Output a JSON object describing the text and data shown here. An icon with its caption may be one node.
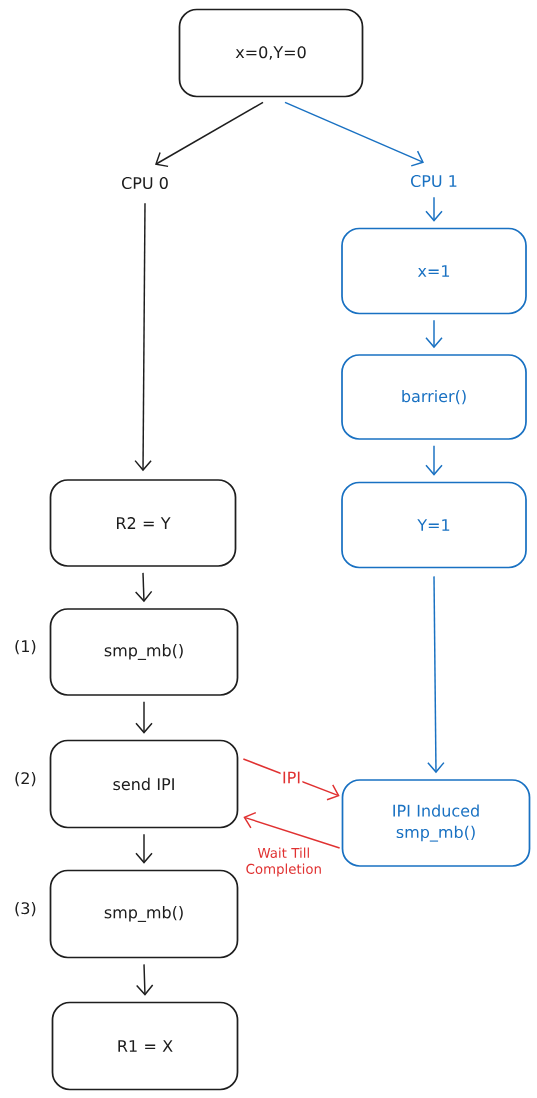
{
  "diagram": {
    "nodes": [
      {
        "text": [
          "x=0,Y=0"
        ]
      },
      {
        "text": [
          "CPU 0"
        ]
      },
      {
        "text": [
          "CPU 1"
        ]
      },
      {
        "text": [
          "x=1"
        ]
      },
      {
        "text": [
          "barrier()"
        ]
      },
      {
        "text": [
          "Y=1"
        ]
      },
      {
        "text": [
          "R2 = Y"
        ]
      },
      {
        "text": [
          "smp_mb()"
        ],
        "beside": [
          "(1)"
        ]
      },
      {
        "text": [
          "send IPI"
        ],
        "beside": [
          "(2)"
        ]
      },
      {
        "text": [
          "IPI Induced smp_mb()"
        ]
      },
      {
        "text": [
          "smp_mb()"
        ],
        "beside": [
          "(3)"
        ]
      },
      {
        "text": [
          "R1 = X"
        ]
      }
    ],
    "edges": [
      {
        "from": 0,
        "to": 1,
        "arrow": "to"
      },
      {
        "from": 0,
        "to": 2,
        "arrow": "to",
        "color": "#1971c2"
      },
      {
        "from": 1,
        "to": 6,
        "arrow": "to"
      },
      {
        "from": 2,
        "to": 3,
        "arrow": "to",
        "color": "#1971c2"
      },
      {
        "from": 3,
        "to": 4,
        "arrow": "to",
        "color": "#1971c2"
      },
      {
        "from": 4,
        "to": 5,
        "arrow": "to",
        "color": "#1971c2"
      },
      {
        "from": 5,
        "to": 9,
        "arrow": "to",
        "color": "#1971c2"
      },
      {
        "from": 6,
        "to": 7,
        "arrow": "to"
      },
      {
        "from": 7,
        "to": 8,
        "arrow": "to"
      },
      {
        "from": 8,
        "to": 9,
        "arrow": "to",
        "label": "IPI",
        "color": "#e03131"
      },
      {
        "from": 9,
        "to": 8,
        "arrow": "to",
        "label": "Wait Till Completion",
        "color": "#e03131"
      },
      {
        "from": 8,
        "to": 10,
        "arrow": "to"
      },
      {
        "from": 10,
        "to": 11,
        "arrow": "to"
      }
    ]
  }
}
